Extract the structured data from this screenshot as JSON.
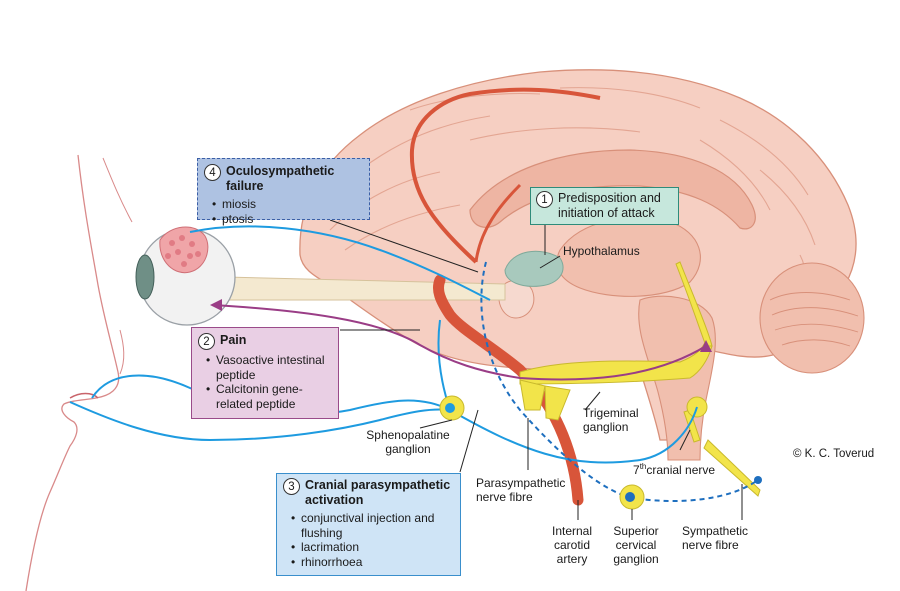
{
  "boxes": {
    "oculosympathetic": {
      "number": "4",
      "title": "Oculosympathetic failure",
      "items": [
        "miosis",
        "ptosis"
      ]
    },
    "predisposition": {
      "number": "1",
      "title_line1": "Predisposition and",
      "title_line2": "initiation of attack"
    },
    "pain": {
      "number": "2",
      "title": "Pain",
      "items": [
        "Vasoactive intestinal peptide",
        "Calcitonin gene-related peptide"
      ]
    },
    "cranial": {
      "number": "3",
      "title_line1": "Cranial parasympathetic",
      "title_line2": "activation",
      "items": [
        "conjunctival injection and flushing",
        "lacrimation",
        "rhinorrhoea"
      ]
    }
  },
  "labels": {
    "hypothalamus": "Hypothalamus",
    "trigeminal_line1": "Trigeminal",
    "trigeminal_line2": "ganglion",
    "spheno_line1": "Sphenopalatine",
    "spheno_line2": "ganglion",
    "cranial7_sup": "th",
    "cranial7_num": "7",
    "cranial7_text": "cranial nerve",
    "para_line1": "Parasympathetic",
    "para_line2": "nerve fibre",
    "carotid_line1": "Internal",
    "carotid_line2": "carotid",
    "carotid_line3": "artery",
    "sup_cerv_line1": "Superior",
    "sup_cerv_line2": "cervical",
    "sup_cerv_line3": "ganglion",
    "symp_line1": "Sympathetic",
    "symp_line2": "nerve fibre",
    "copyright": "© K. C. Toverud"
  },
  "colors": {
    "brain_fill": "#f6cfc2",
    "brain_shade": "#eeb5a3",
    "brain_outline": "#d8907a",
    "artery": "#d8553a",
    "blue_nerve": "#1e9be0",
    "purple_pain": "#9a3d86",
    "yellow_nerve": "#f2e44a",
    "hypothalamus": "#a8c9bd"
  }
}
